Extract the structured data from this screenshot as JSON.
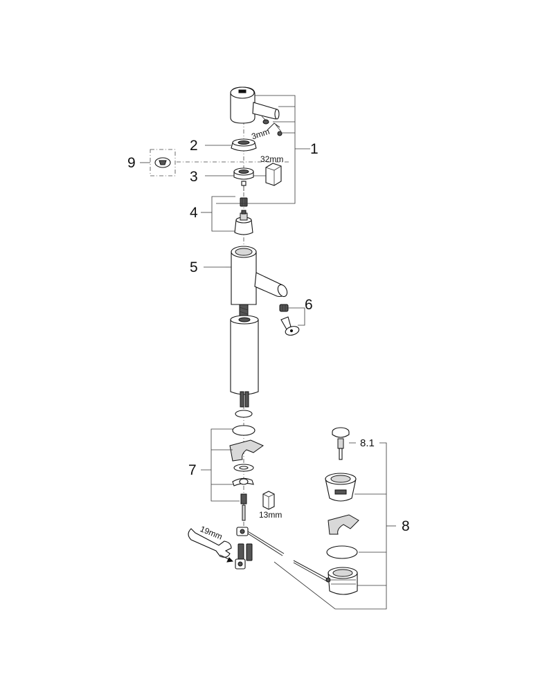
{
  "callouts": {
    "c1": "1",
    "c2": "2",
    "c3": "3",
    "c4": "4",
    "c5": "5",
    "c6": "6",
    "c7": "7",
    "c8": "8",
    "c8_1": "8.1",
    "c9": "9"
  },
  "tool_labels": {
    "hex_key": "3mm",
    "socket_large": "32mm",
    "socket_small": "13mm",
    "wrench": "19mm"
  }
}
